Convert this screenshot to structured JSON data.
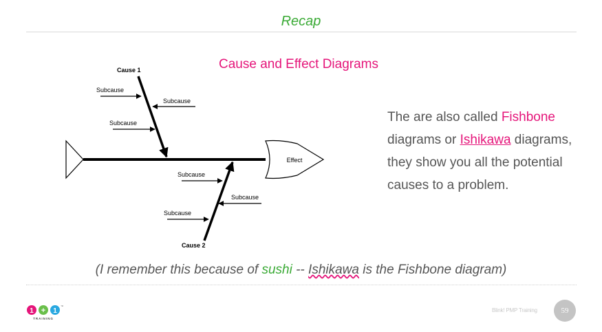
{
  "slide": {
    "title": "Recap",
    "diagram_title": "Cause and Effect Diagrams",
    "footer_text": "Blink! PMP Training",
    "page_number": "59"
  },
  "diagram": {
    "effect": "Effect",
    "cause1": "Cause 1",
    "cause2": "Cause 2",
    "subcause": "Subcause"
  },
  "description": {
    "part1": "The are also called ",
    "fishbone": "Fishbone",
    "part2": " diagrams or ",
    "ishikawa": "Ishikawa",
    "part3": " diagrams, they show you all the potential causes to a problem."
  },
  "note": {
    "part1": "(I remember this because of ",
    "sushi": "sushi",
    "part2": " -- ",
    "ishikawa": "Ishikawa",
    "part3": " is the Fishbone diagram)"
  },
  "logo": {
    "digits": [
      "1",
      "+",
      "1"
    ],
    "word": "TRAINING",
    "tm": "™"
  },
  "colors": {
    "accent_green": "#3aaa35",
    "accent_pink": "#e5157a",
    "text_gray": "#555555",
    "logo_red": "#e5157a",
    "logo_green": "#6abf4b",
    "logo_blue": "#29a8e0"
  }
}
